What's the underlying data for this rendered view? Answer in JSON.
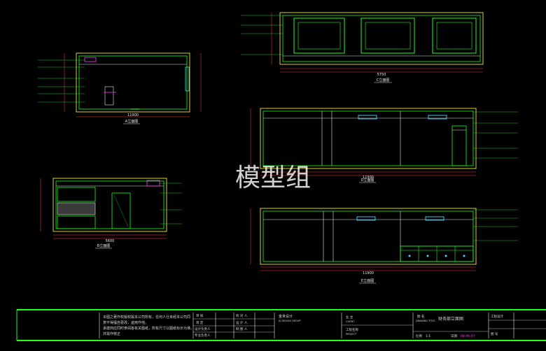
{
  "watermark": "模型组",
  "views": {
    "a": {
      "label": "A立面图"
    },
    "b": {
      "label": "B立面图"
    },
    "c": {
      "label": "C立面图"
    },
    "d": {
      "label": "D立面图"
    },
    "e": {
      "label": "E立面图"
    }
  },
  "dims": {
    "view_a_total": "11900",
    "view_c_total": "5750",
    "view_b_total": "5600",
    "view_d_total": "11900",
    "view_e_total": "11900"
  },
  "title_block": {
    "notes": [
      "本图之著作权版权属本公司所有，任何人仕未经本公司同",
      "意不得擅自更改，盗用作他。",
      "承建商应同时参阅各有关图纸，所有尺寸以图纸标示为准。",
      "并需作核正"
    ],
    "rows": [
      "审  核",
      "审  定",
      "设计负责人",
      "专业负责人"
    ],
    "roles": [
      "校  对  人",
      "设  计  人",
      "制  图  人"
    ],
    "company_cn": "金世设计",
    "company_en": "JS DESIGN GROUP",
    "project_label_cn": "业  主",
    "project_label_en": "CLIENT",
    "project_name_cn": "工程名称",
    "project_name_en": "PROJECT",
    "drawing_label_cn": "图  名",
    "drawing_label_en": "DRAWING TITLE",
    "drawing_title": "财务部立面图",
    "scale_label": "比例",
    "scale_value": "1:1",
    "date_label": "日期",
    "date_value": "08-06-07",
    "design_stage": "工程设计",
    "no_label": "图  号",
    "no_value": ""
  },
  "colors": {
    "background": "#000000",
    "line_white": "#e8e8e8",
    "line_yellow": "#d9d22c",
    "line_green": "#1bff1b",
    "line_magenta": "#ff3cff",
    "line_cyan": "#48d8ff",
    "dim_red": "#ff3b3b"
  }
}
